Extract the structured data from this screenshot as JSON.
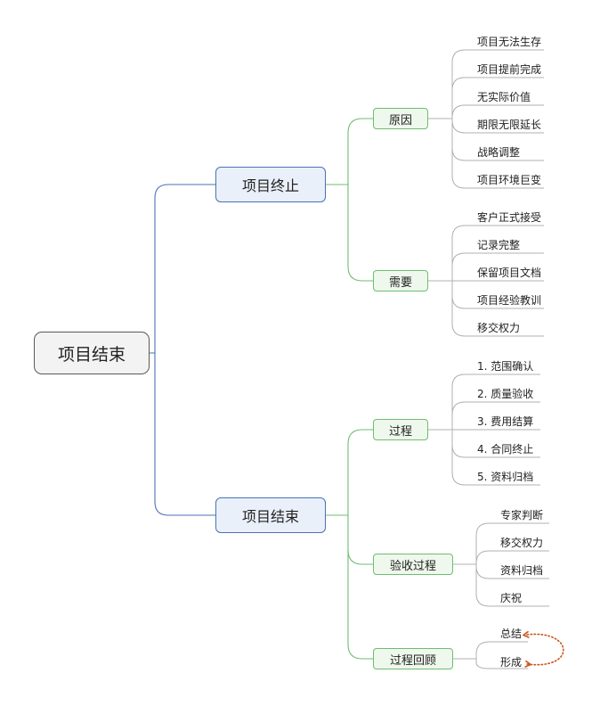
{
  "root": {
    "label": "项目结束"
  },
  "branches": [
    {
      "label": "项目终止",
      "children": [
        {
          "label": "原因",
          "items": [
            "项目无法生存",
            "项目提前完成",
            "无实际价值",
            "期限无限延长",
            "战略调整",
            "项目环境巨变"
          ]
        },
        {
          "label": "需要",
          "items": [
            "客户正式接受",
            "记录完整",
            "保留项目文档",
            "项目经验教训",
            "移交权力"
          ]
        }
      ]
    },
    {
      "label": "项目结束",
      "children": [
        {
          "label": "过程",
          "items": [
            "1. 范围确认",
            "2. 质量验收",
            "3. 费用结算",
            "4. 合同终止",
            "5. 资料归档"
          ]
        },
        {
          "label": "验收过程",
          "items": [
            "专家判断",
            "移交权力",
            "资料归档",
            "庆祝"
          ]
        },
        {
          "label": "过程回顾",
          "items": [
            "总结",
            "形成"
          ]
        }
      ]
    }
  ],
  "colors": {
    "root_border": "#595959",
    "main_border": "#4a72b4",
    "sub_border": "#6ebd70",
    "leaf_line": "#b0b0b0",
    "relation_arrow": "#c8561e"
  }
}
